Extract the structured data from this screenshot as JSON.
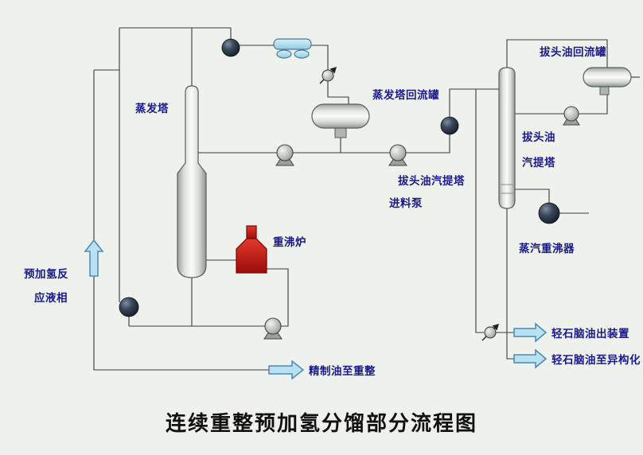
{
  "title": "连续重整预加氢分馏部分流程图",
  "labels": {
    "evaporation_tower": "蒸发塔",
    "evap_reflux_drum": "蒸发塔回流罐",
    "stripper_feed_pump": [
      "拔头油汽提塔",
      "进料泵"
    ],
    "topped_oil_reflux_drum": "拔头油回流罐",
    "topped_oil_stripper": [
      "拔头油",
      "汽提塔"
    ],
    "steam_reboiler": "蒸汽重沸器",
    "reboiler_furnace": "重沸炉",
    "feed_stream": [
      "预加氢反",
      "应液相"
    ],
    "refined_oil_to_reforming": "精制油至重整",
    "light_naphtha_out": "轻石脑油出装置",
    "light_naphtha_to_isomerization": "轻石脑油至异构化"
  },
  "colors": {
    "background": "#eef1ec",
    "label_text": "#1a1a8e",
    "title_text": "#111111",
    "pipe_line": "#3a3a3a",
    "vessel_gray": "#d9dcd9",
    "exchanger_sphere": "#10151d",
    "furnace_red": "#c41212",
    "flow_arrow_fill": "#b8e2f2",
    "flow_arrow_stroke": "#4a88b8",
    "air_cooler_blue": "#a8dcec"
  }
}
